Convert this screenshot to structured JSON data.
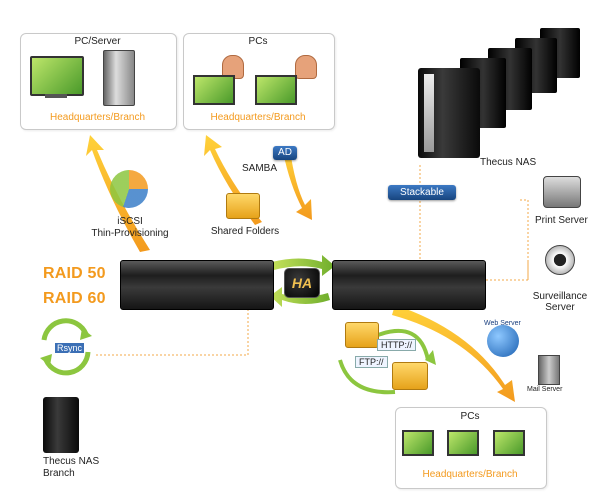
{
  "boxes": {
    "pc_server": {
      "title": "PC/Server",
      "caption": "Headquarters/Branch"
    },
    "pcs_top": {
      "title": "PCs",
      "caption": "Headquarters/Branch"
    },
    "pcs_bottom": {
      "title": "PCs",
      "caption": "Headquarters/Branch"
    }
  },
  "labels": {
    "iscsi": "iSCSI",
    "thin_provisioning": "Thin-Provisioning",
    "samba": "SAMBA",
    "ad": "AD",
    "shared_folders": "Shared Folders",
    "stackable": "Stackable",
    "thecus_nas": "Thecus NAS",
    "print_server": "Print Server",
    "surveillance_server": "Surveillance\nServer",
    "raid50": "RAID 50",
    "raid60": "RAID 60",
    "ha": "HA",
    "rsync": "Rsync",
    "http": "HTTP://",
    "ftp": "FTP://",
    "web_server": "Web Server",
    "mail_server": "Mail Server",
    "thecus_nas_branch": "Thecus NAS",
    "branch": "Branch"
  },
  "colors": {
    "accent_orange": "#f39a1e",
    "accent_green": "#8cc63f",
    "accent_blue": "#1f4f8f",
    "box_border": "#c9c9c9"
  }
}
